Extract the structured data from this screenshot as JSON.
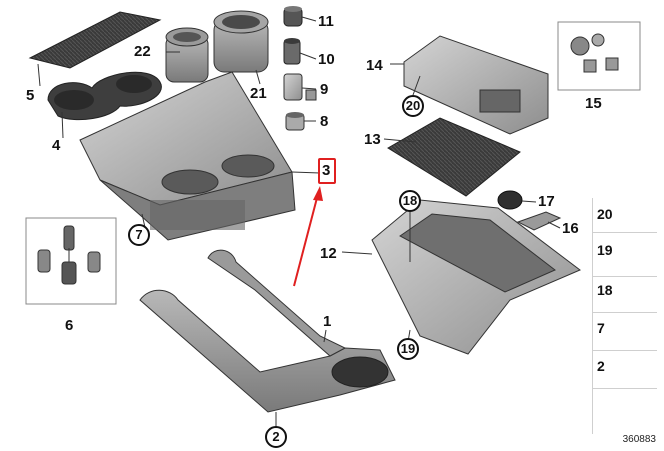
{
  "callouts": {
    "c1": "1",
    "c2": "2",
    "c3": "3",
    "c4": "4",
    "c5": "5",
    "c6": "6",
    "c7": "7",
    "c8": "8",
    "c9": "9",
    "c10": "10",
    "c11": "11",
    "c12": "12",
    "c13": "13",
    "c14": "14",
    "c15": "15",
    "c16": "16",
    "c17": "17",
    "c18": "18",
    "c19": "19",
    "c20": "20",
    "c21": "21",
    "c22": "22"
  },
  "legend": {
    "items": [
      "20",
      "19",
      "18",
      "7",
      "2"
    ]
  },
  "reference_number": "360883",
  "highlight_color": "#e02020",
  "highlighted_part": "3"
}
